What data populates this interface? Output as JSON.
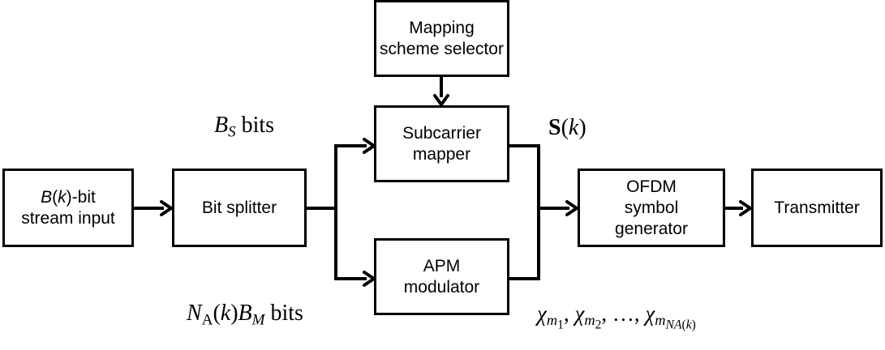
{
  "blocks": {
    "input": {
      "line1_var": "B",
      "line1_paren_open": "(",
      "line1_k": "k",
      "line1_rest": ")-bit",
      "line2": "stream input"
    },
    "splitter": {
      "label": "Bit splitter"
    },
    "mapping_selector": {
      "line1": "Mapping",
      "line2": "scheme selector"
    },
    "subcarrier_mapper": {
      "line1": "Subcarrier",
      "line2": "mapper"
    },
    "apm_modulator": {
      "line1": "APM",
      "line2": "modulator"
    },
    "ofdm": {
      "line1": "OFDM",
      "line2": "symbol",
      "line3": "generator"
    },
    "transmitter": {
      "label": "Transmitter"
    }
  },
  "labels": {
    "bs_bits": {
      "var": "B",
      "sub": "S",
      "unit": " bits"
    },
    "na_bits": {
      "n": "N",
      "n_sub": "A",
      "k_open": "(",
      "k": "k",
      "k_close": ")",
      "b": "B",
      "b_sub": "M",
      "unit": " bits"
    },
    "s_k": {
      "s": "S",
      "open": "(",
      "k": "k",
      "close": ")"
    },
    "chi_seq": {
      "chi": "χ",
      "m": "m",
      "idx1": "1",
      "idx2": "2",
      "sep": ", ",
      "ellipsis": "…",
      "last_sub": "NA",
      "last_open": "(",
      "last_k": "k",
      "last_close": ")"
    }
  }
}
